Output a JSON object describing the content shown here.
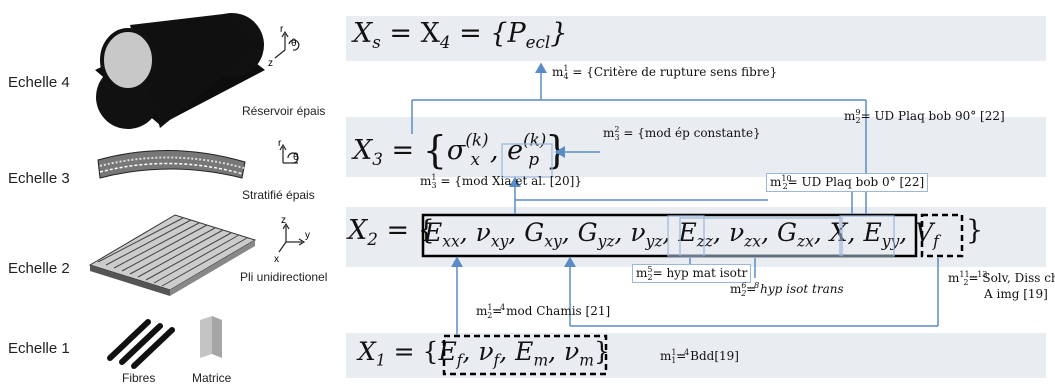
{
  "scales": [
    {
      "label": "Echelle 4",
      "caption": "Réservoir épais"
    },
    {
      "label": "Echelle 3",
      "caption": "Stratifié épais"
    },
    {
      "label": "Echelle 2",
      "caption": "Pli unidirectionel"
    },
    {
      "label": "Echelle 1",
      "captions": [
        "Fibres",
        "Matrice"
      ]
    }
  ],
  "axes": {
    "scale4": [
      "r",
      "θ",
      "z"
    ],
    "scale3": [
      "r",
      "θ"
    ],
    "scale2": [
      "z",
      "y",
      "x"
    ]
  },
  "levels": {
    "xs": {
      "lhs": "X",
      "sub": "s",
      "mid": " = X",
      "midsub": "4",
      "rhs_open": " = {P",
      "rhs_sub": "ecl",
      "rhs_close": "}"
    },
    "x3": {
      "lhs": "X",
      "sub": "3",
      "eq": " = ",
      "body": "σ",
      "sup1": "(k)",
      "sub1": "x",
      "sep": ", e",
      "sup2": "(k)",
      "sub2": "p"
    },
    "x2": {
      "lhs": "X",
      "sub": "2",
      "eq": " = {",
      "terms": "E",
      "closing": "}"
    },
    "x1": {
      "lhs": "X",
      "sub": "1",
      "eq": " = {"
    }
  },
  "annotations": {
    "m4_1": {
      "m": "m",
      "sub": "4",
      "sup": "1",
      "text": " = {Critère de rupture sens fibre}"
    },
    "m3_2": {
      "m": "m",
      "sub": "3",
      "sup": "2",
      "text": " = {mod ép constante}"
    },
    "m2_9": {
      "m": "m",
      "sub": "2",
      "sup": "9",
      "text": "= UD Plaq bob 90° [22]"
    },
    "m3_1": {
      "m": "m",
      "sub": "3",
      "sup": "1",
      "text": " = {mod Xia et al. [20]}"
    },
    "m2_10": {
      "m": "m",
      "sub": "2",
      "sup": "10",
      "text": "= UD Plaq bob 0° [22]"
    },
    "m2_5": {
      "m": "m",
      "sub": "2",
      "sup": "5",
      "text": "= hyp mat isotr"
    },
    "m2_6_8": {
      "m": "m",
      "sub": "2",
      "sup": "6...8",
      "text": "= hyp isot trans"
    },
    "m2_11_13": {
      "m": "m",
      "sub": "2",
      "sup": "11...13",
      "text": "= Solv, Diss ch,",
      "text2": "A img [19]"
    },
    "m2_1_4": {
      "m": "m",
      "sub": "2",
      "sup": "1...4",
      "text": "= mod Chamis [21]"
    },
    "m1_1_4": {
      "m": "m",
      "sub": "1",
      "sup": "1...4",
      "text": "= Bdd[19]"
    }
  },
  "colors": {
    "band": "#e9ecf1",
    "arrow": "#5b8cc7",
    "box": "#9bb7dc"
  }
}
